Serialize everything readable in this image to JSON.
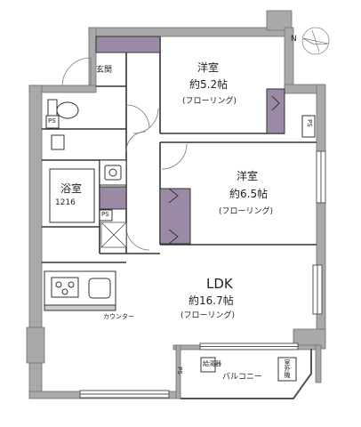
{
  "labels": {
    "entrance": "玄関",
    "western1": {
      "name": "洋室",
      "size": "約5.2帖",
      "floor": "(フローリング)"
    },
    "western2": {
      "name": "洋室",
      "size": "約6.5帖",
      "floor": "(フローリング)"
    },
    "bath": {
      "name": "浴室",
      "size": "1216"
    },
    "ldk": {
      "name": "LDK",
      "size": "約16.7帖",
      "floor": "(フローリング)"
    },
    "counter": "カウンター",
    "balcony": "バルコニー",
    "water_heater": "給湯器",
    "outdoor_unit": "室外機",
    "ps": "PS",
    "compass": "N"
  },
  "colors": {
    "wall": "#a9a9a9",
    "wall_edge": "#707070",
    "storage": "#9b8aa6",
    "line": "#333333"
  }
}
